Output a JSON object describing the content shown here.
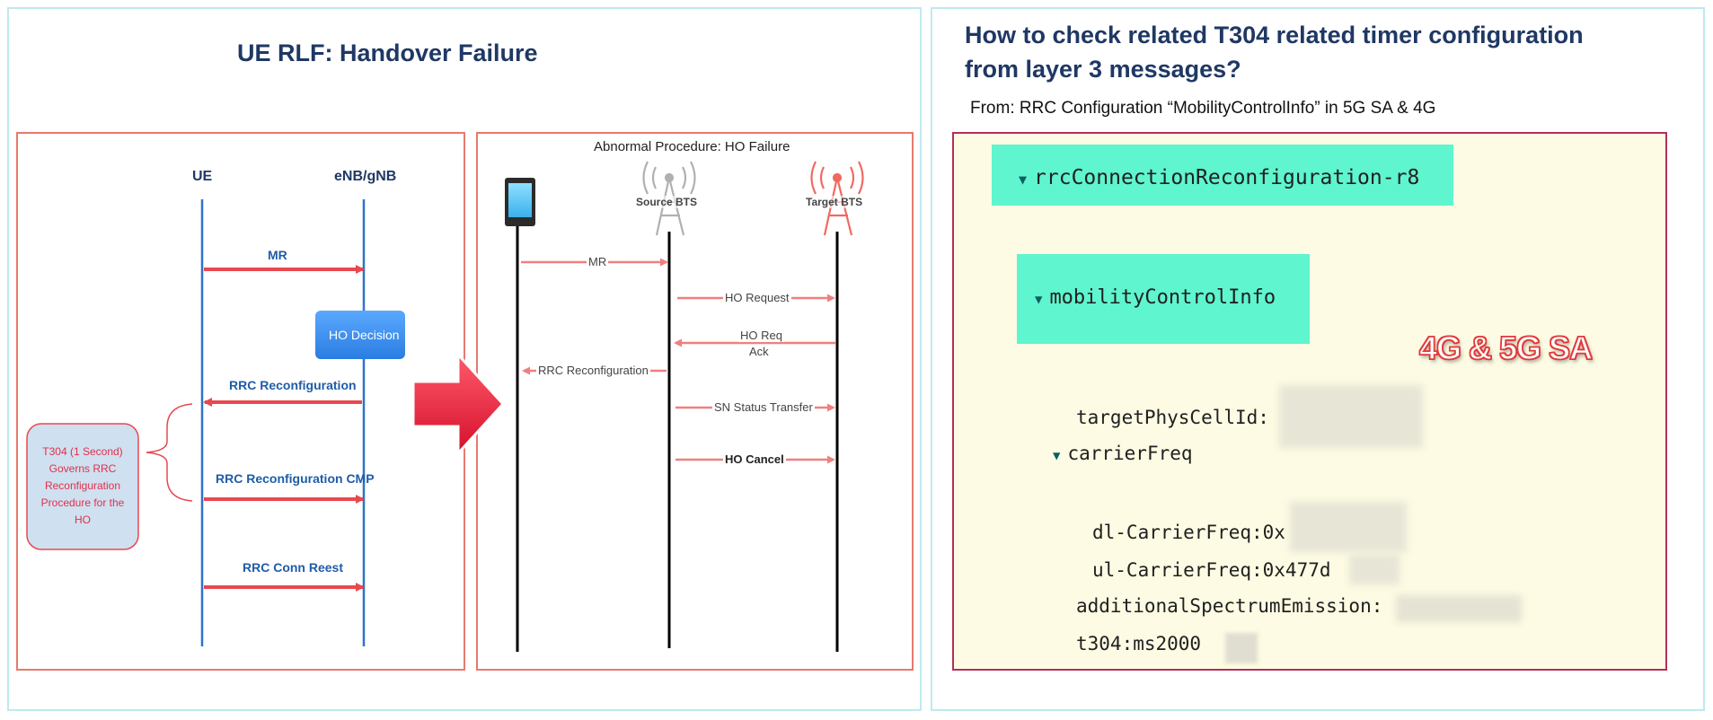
{
  "left_panel": {
    "title": "UE RLF: Handover Failure",
    "diagram1": {
      "ue_label": "UE",
      "enb_label": "eNB/gNB",
      "mr": "MR",
      "ho_decision": "HO Decision",
      "rrc_reconf": "RRC Reconfiguration",
      "rrc_reconf_cmp": "RRC Reconfiguration CMP",
      "rrc_conn_reest": "RRC Conn Reest",
      "t304_note": [
        "T304 (1 Second)",
        "Governs RRC",
        "Reconfiguration",
        "Procedure for the",
        "HO"
      ]
    },
    "diagram2": {
      "title": "Abnormal Procedure: HO Failure",
      "source_bts": "Source BTS",
      "target_bts": "Target BTS",
      "mr": "MR",
      "ho_request": "HO Request",
      "ho_req_ack_1": "HO Req",
      "ho_req_ack_2": "Ack",
      "rrc_reconf": "RRC Reconfiguration",
      "sn_status": "SN Status Transfer",
      "ho_cancel": "HO Cancel"
    }
  },
  "right_panel": {
    "title_line1": "How to check related T304 related timer configuration",
    "title_line2": "from layer 3 messages?",
    "subtitle": "From: RRC Configuration “MobilityControlInfo” in 5G SA & 4G",
    "badge": "4G & 5G SA",
    "tree": {
      "node1": "rrcConnectionReconfiguration-r8",
      "node2": "mobilityControlInfo",
      "target_cell": "targetPhysCellId:",
      "carrier_freq": "carrierFreq",
      "dl_freq": "dl-CarrierFreq:0x",
      "ul_freq": "ul-CarrierFreq:0x477d",
      "spectrum": "additionalSpectrumEmission:",
      "t304": "t304:ms2000"
    }
  },
  "colors": {
    "panel_border": "#bfe9ef",
    "box_border": "#e67a6e",
    "arrow_red": "#e8484f",
    "arrow_pink": "#f08080",
    "line_blue": "#2e74c8",
    "highlight": "#5ef5cf",
    "code_bg": "#fdfbe3",
    "code_border": "#b0305a",
    "title_navy": "#1f3864"
  }
}
